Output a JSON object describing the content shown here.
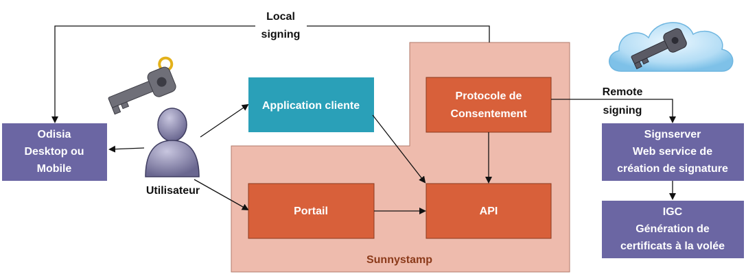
{
  "local_signing": {
    "line1": "Local",
    "line2": "signing"
  },
  "remote_signing": {
    "line1": "Remote",
    "line2": "signing"
  },
  "odisia": {
    "line1": "Odisia",
    "line2": "Desktop ou",
    "line3": "Mobile"
  },
  "user": {
    "label": "Utilisateur"
  },
  "application_cliente": {
    "label": "Application cliente"
  },
  "protocole": {
    "line1": "Protocole de",
    "line2": "Consentement"
  },
  "portail": {
    "label": "Portail"
  },
  "api": {
    "label": "API"
  },
  "sunnystamp": {
    "label": "Sunnystamp"
  },
  "signserver": {
    "line1": "Signserver",
    "line2": "Web service de",
    "line3": "création de signature"
  },
  "igc": {
    "line1": "IGC",
    "line2": "Génération de",
    "line3": "certificats à la volée"
  },
  "colors": {
    "purple_box": "#6b66a3",
    "teal_box": "#2aa0b8",
    "orange_box": "#d8603a",
    "zone_fill": "#eebbad",
    "arrow": "#111111"
  },
  "icons": [
    "key-icon",
    "user-silhouette-icon",
    "cloud-key-icon"
  ]
}
